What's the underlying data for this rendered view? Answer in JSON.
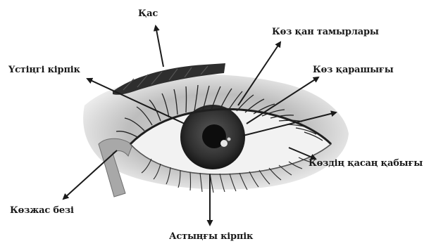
{
  "labels": {
    "brow": "Қас",
    "vessels": "Көз қан тамырлары",
    "upper_lid": "Үстіңгі кірпік",
    "pupil": "Көз қарашығы",
    "cornea": "Көздің қасаң қабығы",
    "tear_gland": "Көзжас безі",
    "lower_lid": "Астыңғы кірпік"
  },
  "colors": {
    "ink": "#1a1a1a",
    "skin": "#c4c4c4",
    "iris": "#3a3a3a",
    "pupil": "#0d0d0d",
    "brow": "#2e2e2e"
  }
}
